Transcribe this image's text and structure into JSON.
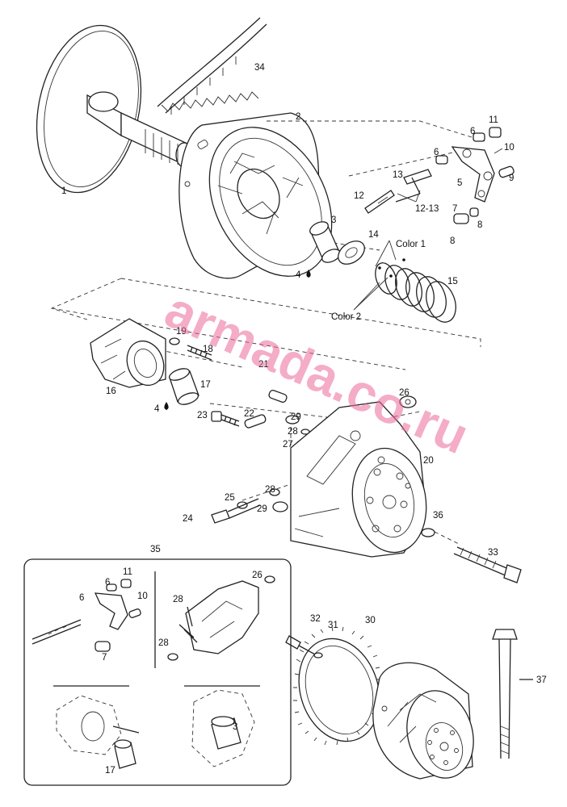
{
  "watermark": "armada.co.ru",
  "labels": {
    "l1": "1",
    "l2": "2",
    "l3": "3",
    "l4a": "4",
    "l4b": "4",
    "l5": "5",
    "l6a": "6",
    "l6b": "6",
    "l7": "7",
    "l8a": "8",
    "l8b": "8",
    "l9": "9",
    "l10": "10",
    "l11": "11",
    "l12": "12",
    "l13": "13",
    "l1213": "12-13",
    "l14": "14",
    "l15": "15",
    "l16": "16",
    "l17": "17",
    "l18": "18",
    "l19": "19",
    "l20": "20",
    "l21": "21",
    "l22": "22",
    "l23": "23",
    "l24": "24",
    "l25": "25",
    "l26": "26",
    "l27": "27",
    "l28a": "28",
    "l28b": "28",
    "l29a": "29",
    "l29b": "29",
    "l30": "30",
    "l31": "31",
    "l32": "32",
    "l33": "33",
    "l34": "34",
    "l35": "35",
    "l36": "36",
    "l37": "37",
    "color1": "Color 1",
    "color2": "Color 2"
  },
  "inset_labels": {
    "i6a": "6",
    "i6b": "6",
    "i7": "7",
    "i10": "10",
    "i11": "11",
    "i26": "26",
    "i28a": "28",
    "i28b": "28",
    "i3": "3",
    "i17": "17"
  }
}
